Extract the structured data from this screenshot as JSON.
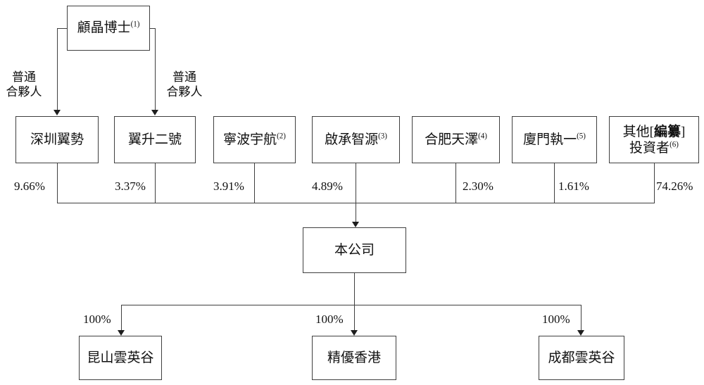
{
  "colors": {
    "background": "#ffffff",
    "line": "#3f3f3f",
    "text": "#111111"
  },
  "diagram": {
    "top_owner": {
      "name": "顧晶博士",
      "sup": "(1)"
    },
    "partner_labels": {
      "left": {
        "line1": "普通",
        "line2": "合夥人"
      },
      "right": {
        "line1": "普通",
        "line2": "合夥人"
      }
    },
    "shareholders": [
      {
        "name": "深圳翼勢",
        "sup": "",
        "pct": "9.66%"
      },
      {
        "name": "翼升二號",
        "sup": "",
        "pct": "3.37%"
      },
      {
        "name": "寧波宇航",
        "sup": "(2)",
        "pct": "3.91%"
      },
      {
        "name": "啟承智源",
        "sup": "(3)",
        "pct": "4.89%"
      },
      {
        "name": "合肥天澤",
        "sup": "(4)",
        "pct": "2.30%"
      },
      {
        "name": "廈門執一",
        "sup": "(5)",
        "pct": "1.61%"
      },
      {
        "line1_prefix": "其他[",
        "redacted": "編纂",
        "line1_suffix": "]",
        "line2": "投資者",
        "sup": "(6)",
        "pct": "74.26%"
      }
    ],
    "company": {
      "name": "本公司"
    },
    "subsidiaries": [
      {
        "name": "昆山雲英谷",
        "pct": "100%"
      },
      {
        "name": "精優香港",
        "pct": "100%"
      },
      {
        "name": "成都雲英谷",
        "pct": "100%"
      }
    ]
  }
}
